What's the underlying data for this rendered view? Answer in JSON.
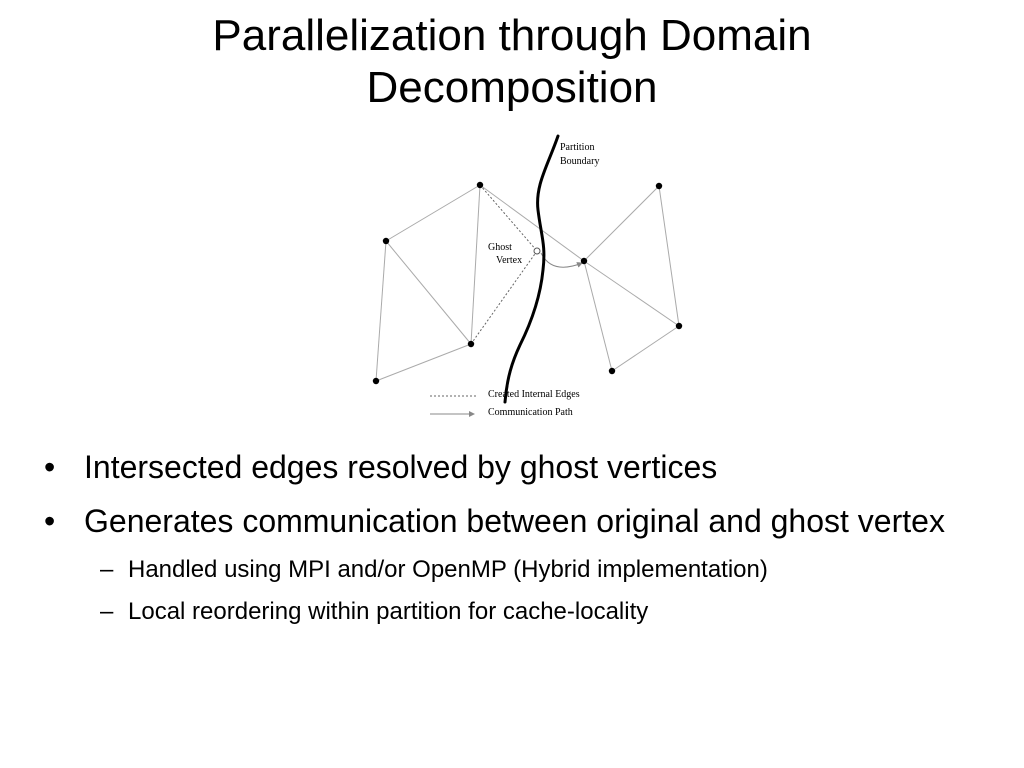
{
  "slide": {
    "title_line1": "Parallelization through Domain",
    "title_line2": "Decomposition"
  },
  "diagram": {
    "labels": {
      "partition_line1": "Partition",
      "partition_line2": "Boundary",
      "ghost_line1": "Ghost",
      "ghost_line2": "Vertex"
    },
    "legend": {
      "internal_edges": "Created Internal Edges",
      "communication_path": "Communication Path"
    },
    "colors": {
      "edge": "#aaaaaa",
      "vertex": "#000000",
      "boundary": "#000000"
    }
  },
  "bullets": [
    {
      "text": "Intersected edges resolved by ghost vertices"
    },
    {
      "text": "Generates communication between original and ghost vertex"
    }
  ],
  "sub_bullets": [
    {
      "text": "Handled using MPI and/or OpenMP (Hybrid implementation)"
    },
    {
      "text": "Local reordering within partition for cache-locality"
    }
  ]
}
